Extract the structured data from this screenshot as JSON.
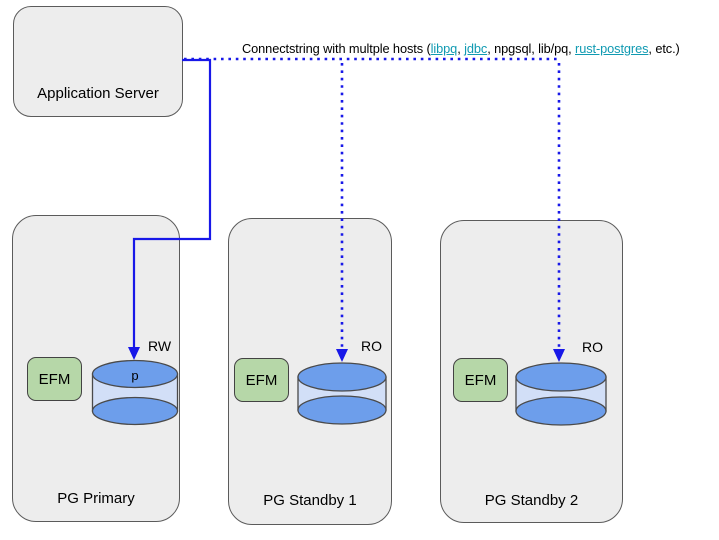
{
  "app_server": {
    "label": "Application Server"
  },
  "connectstring": {
    "segments": [
      {
        "text": "Connectstring with multple hosts (",
        "link": false
      },
      {
        "text": "libpq",
        "link": true
      },
      {
        "text": ", ",
        "link": false
      },
      {
        "text": "jdbc",
        "link": true
      },
      {
        "text": ", npgsql, lib/pq, ",
        "link": false
      },
      {
        "text": "rust-postgres",
        "link": true
      },
      {
        "text": ", etc.)",
        "link": false
      }
    ]
  },
  "nodes": [
    {
      "label": "PG Primary",
      "efm_label": "EFM",
      "db_label": "p",
      "access_label": "RW",
      "connection": "solid"
    },
    {
      "label": "PG Standby 1",
      "efm_label": "EFM",
      "db_label": "",
      "access_label": "RO",
      "connection": "dotted"
    },
    {
      "label": "PG Standby 2",
      "efm_label": "EFM",
      "db_label": "",
      "access_label": "RO",
      "connection": "dotted"
    }
  ],
  "colors": {
    "connector_blue": "#1818e8",
    "link_teal": "#109ab2",
    "node_fill": "#ededed",
    "node_border": "#5b5b5b",
    "efm_fill": "#b6d7a8",
    "efm_border": "#434343",
    "db_top_fill": "#6d9eeb",
    "db_body_fill": "#d2dff7",
    "db_border": "#4a4a4a"
  }
}
